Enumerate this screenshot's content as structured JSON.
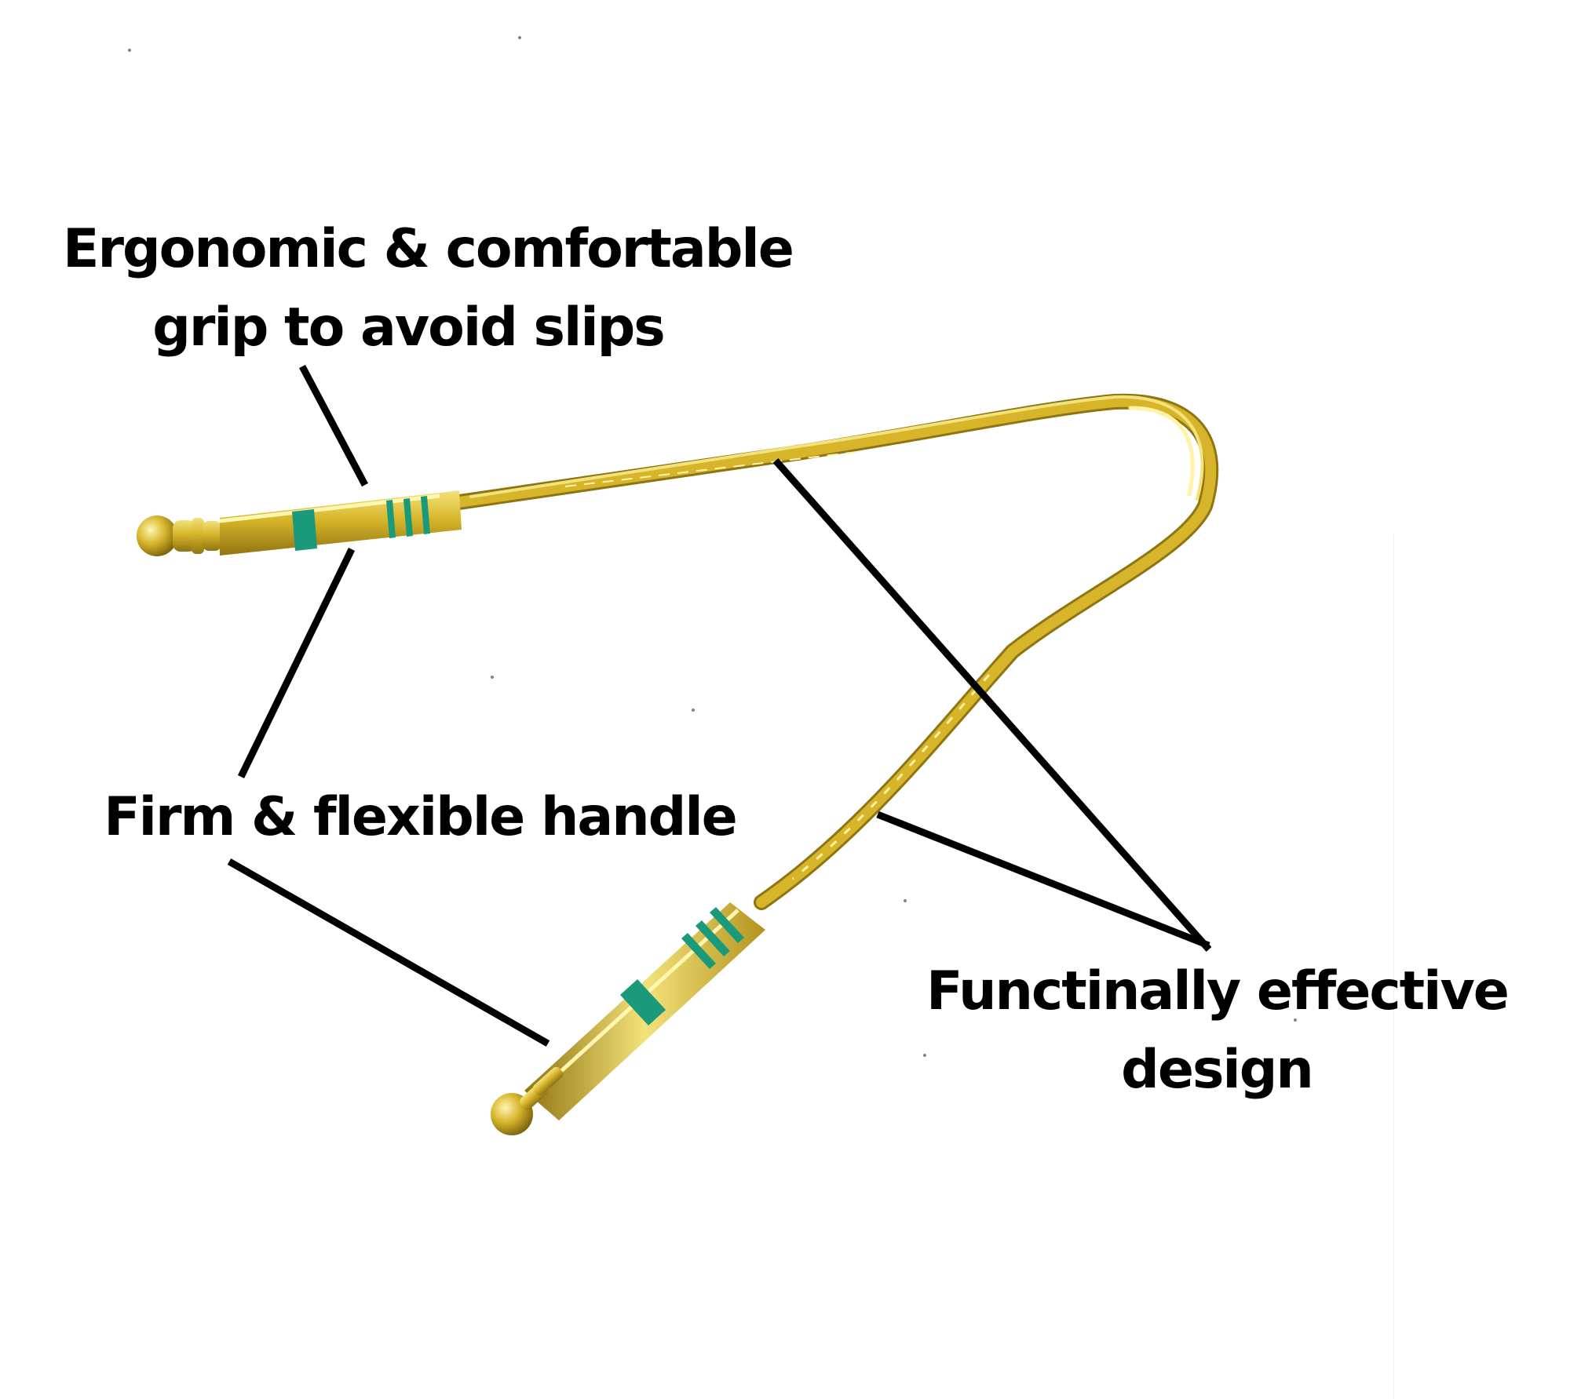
{
  "callouts": {
    "grip": {
      "line1": "Ergonomic & comfortable",
      "line2": "grip to avoid slips"
    },
    "handle": {
      "line1": "Firm & flexible handle"
    },
    "design": {
      "line1": "Functinally effective",
      "line2": "design"
    }
  },
  "colors": {
    "background": "#ffffff",
    "text": "#000000",
    "leader_line": "#000000",
    "brass": "#d6b52a",
    "brass_highlight": "#f3e27a",
    "brass_shadow": "#8f7412",
    "band_green": "#1a9a7a"
  }
}
